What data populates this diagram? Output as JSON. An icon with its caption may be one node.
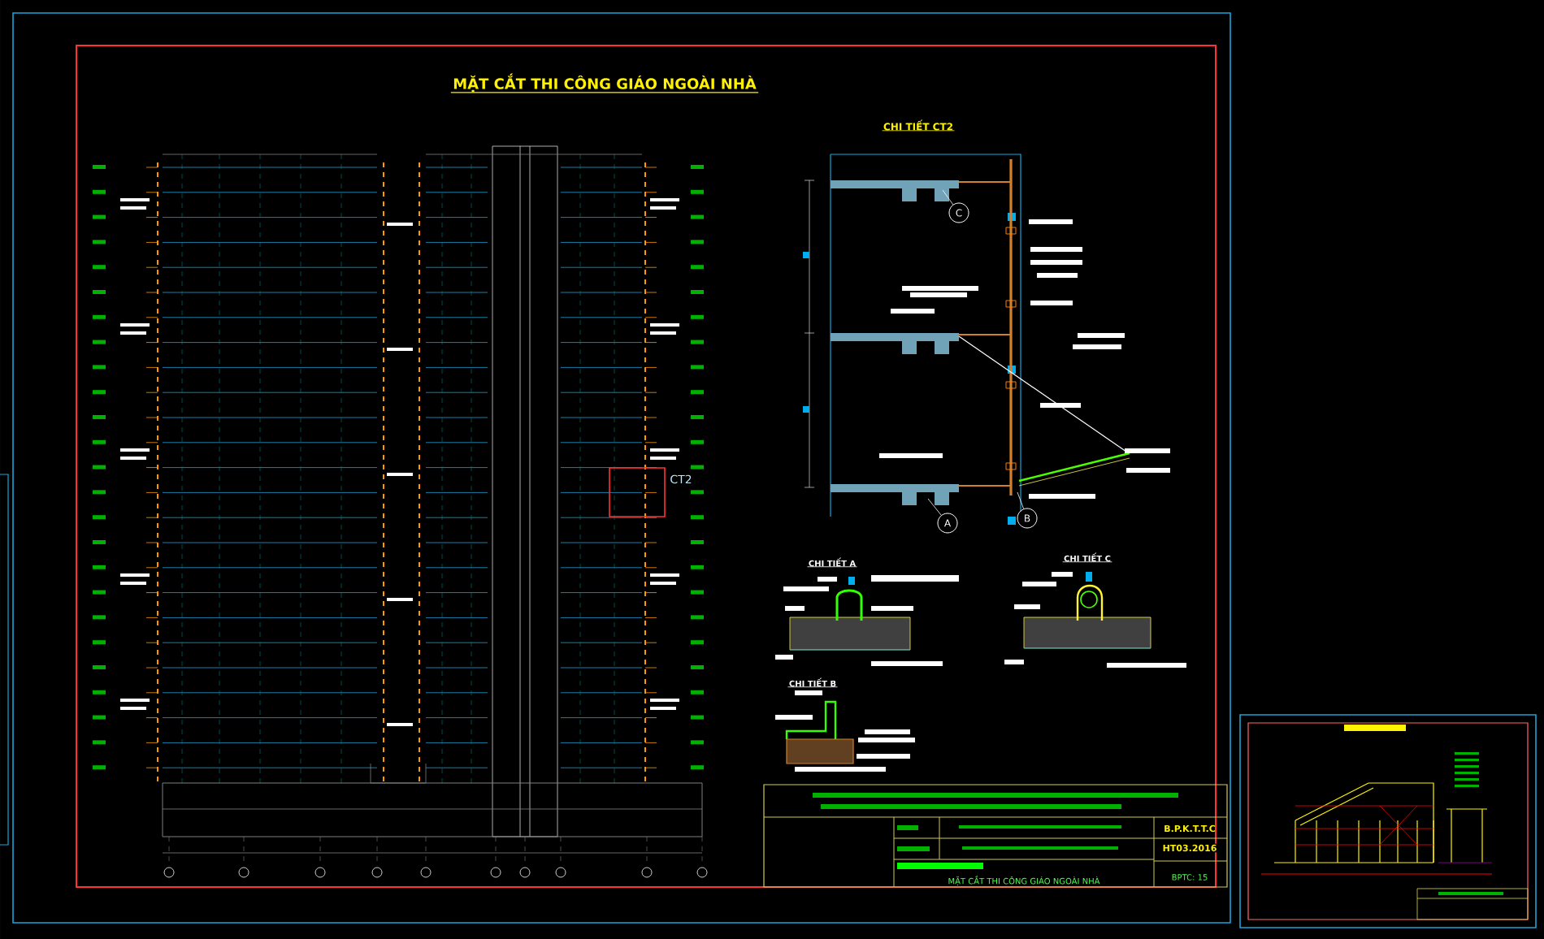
{
  "diagram": {
    "title": "MẶT CẮT THI CÔNG GIÁO NGOÀI NHÀ",
    "nodes": [
      {
        "text": [],
        "shape": "box",
        "beside": [
          "CT2"
        ]
      },
      {
        "text": [
          "C"
        ]
      },
      {
        "text": [
          "A"
        ]
      },
      {
        "text": [
          "B"
        ]
      }
    ],
    "edges": [
      {
        "from": 1,
        "to": null,
        "arrow": "none"
      },
      {
        "from": 2,
        "to": null,
        "arrow": "none"
      },
      {
        "from": 3,
        "to": null,
        "arrow": "none"
      }
    ],
    "labels": [
      "CHI TIẾT CT2",
      "CHI TIẾT A",
      "CHI TIẾT C",
      "CHI TIẾT B",
      "B.P.K.T.T.C",
      "HT03.2016",
      "MẶT CẮT THI CÔNG GIÁO NGOÀI NHÀ",
      "BPTC: 15"
    ]
  }
}
